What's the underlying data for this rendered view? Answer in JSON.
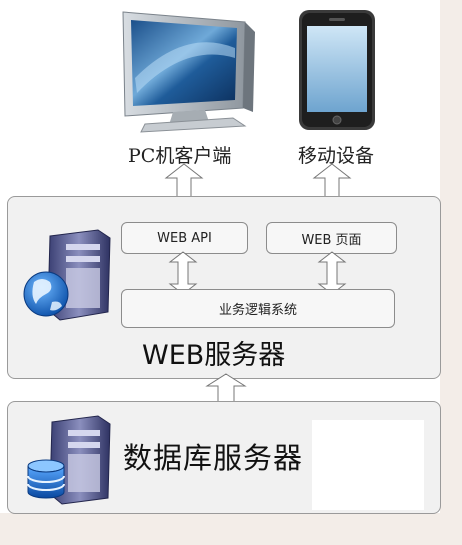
{
  "clients": {
    "pc_label": "PC机客户端",
    "mobile_label": "移动设备"
  },
  "web_server": {
    "title": "WEB服务器",
    "api_label": "WEB API",
    "page_label": "WEB 页面",
    "logic_label": "业务逻辑系统"
  },
  "db_server": {
    "title": "数据库服务器"
  },
  "icons": [
    "desktop-monitor-icon",
    "smartphone-icon",
    "web-server-globe-icon",
    "database-server-icon",
    "double-arrow-icon"
  ]
}
